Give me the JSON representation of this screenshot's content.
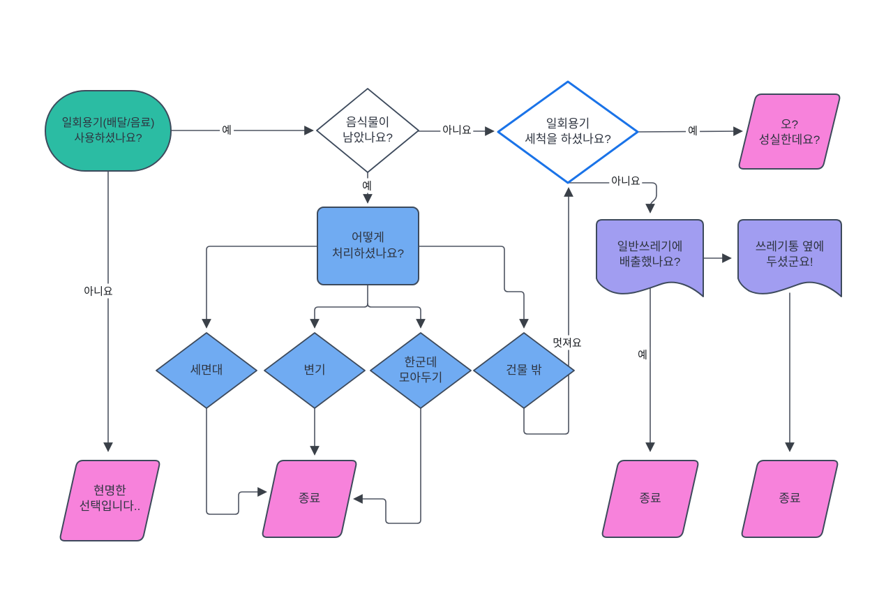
{
  "diagram": {
    "title": "disposable-container-flowchart",
    "colors": {
      "teal_fill": "#2bbca3",
      "blue_fill": "#70abf2",
      "purple_fill": "#a19df1",
      "pink_fill": "#f782db",
      "white_fill": "#ffffff",
      "shape_border": "#3d4a5c",
      "highlight_border": "#1a73e8",
      "line": "#4d5360",
      "arrow": "#3a4048",
      "text": "#2e3440"
    },
    "nodes": {
      "start": {
        "type": "stadium",
        "label": "일회용기(배달/음료)\n사용하셨나요?"
      },
      "food": {
        "type": "decision",
        "label": "음식물이\n남았나요?"
      },
      "wash": {
        "type": "decision",
        "label": "일회용기\n세척을 하셨나요?"
      },
      "sincere": {
        "type": "parallelogram",
        "label": "오?\n성실한데요?"
      },
      "how": {
        "type": "process",
        "label": "어떻게\n처리하셨나요?"
      },
      "sink": {
        "type": "decision",
        "label": "세면대"
      },
      "toilet": {
        "type": "decision",
        "label": "변기"
      },
      "pile": {
        "type": "decision",
        "label": "한군데\n모아두기"
      },
      "outside": {
        "type": "decision",
        "label": "건물 밖"
      },
      "trash": {
        "type": "document",
        "label": "일반쓰레기에\n배출했나요?"
      },
      "beside": {
        "type": "document",
        "label": "쓰레기통 옆에\n두셨군요!"
      },
      "wise": {
        "type": "parallelogram",
        "label": "현명한\n선택입니다.."
      },
      "end1": {
        "type": "parallelogram",
        "label": "종료"
      },
      "end2": {
        "type": "parallelogram",
        "label": "종료"
      },
      "end3": {
        "type": "parallelogram",
        "label": "종료"
      }
    },
    "edge_labels": {
      "start_yes": "예",
      "food_no": "아니요",
      "food_yes": "예",
      "wash_yes": "예",
      "wash_no": "아니요",
      "outside_cool": "멋져요",
      "trash_yes": "예",
      "start_no": "아니요"
    }
  }
}
